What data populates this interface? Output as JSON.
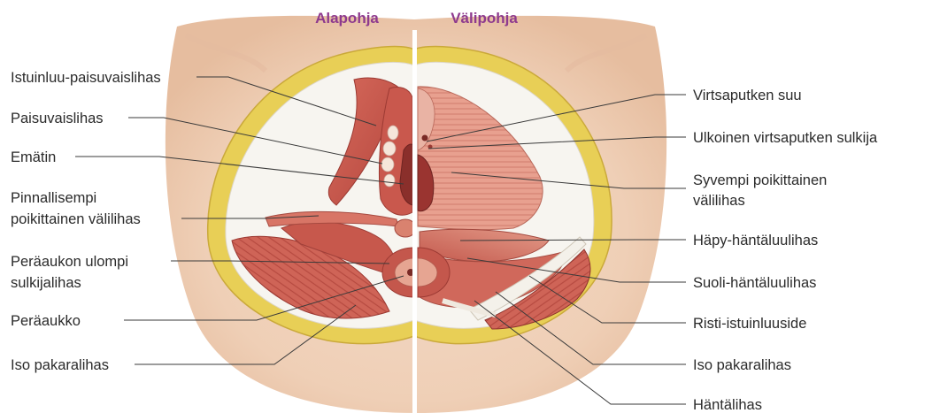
{
  "headings": {
    "left": "Alapohja",
    "right": "Välipohja",
    "color": "#8e3a8e"
  },
  "labels_left": [
    {
      "id": "istuinluu",
      "lines": [
        "Istuinluu-paisuvaislihas"
      ]
    },
    {
      "id": "paisuvais",
      "lines": [
        "Paisuvaislihas"
      ]
    },
    {
      "id": "ematin",
      "lines": [
        "Emätin"
      ]
    },
    {
      "id": "pinnallisempi",
      "lines": [
        "Pinnallisempi",
        "poikittainen välilihas"
      ]
    },
    {
      "id": "peraaukon-sulkija",
      "lines": [
        "Peräaukon ulompi",
        "sulkijalihas"
      ]
    },
    {
      "id": "peraaukko",
      "lines": [
        "Peräaukko"
      ]
    },
    {
      "id": "iso-pakara-left",
      "lines": [
        "Iso pakaralihas"
      ]
    }
  ],
  "labels_right": [
    {
      "id": "virtsaputken-suu",
      "lines": [
        "Virtsaputken suu"
      ]
    },
    {
      "id": "ulkoinen-sulkija",
      "lines": [
        "Ulkoinen virtsaputken sulkija"
      ]
    },
    {
      "id": "syvempi",
      "lines": [
        "Syvempi poikittainen",
        "välilihas"
      ]
    },
    {
      "id": "hapy",
      "lines": [
        "Häpy-häntäluulihas"
      ]
    },
    {
      "id": "suoli",
      "lines": [
        "Suoli-häntäluulihas"
      ]
    },
    {
      "id": "risti",
      "lines": [
        "Risti-istuinluuside"
      ]
    },
    {
      "id": "iso-pakara-right",
      "lines": [
        "Iso pakaralihas"
      ]
    },
    {
      "id": "hantalihas",
      "lines": [
        "Häntälihas"
      ]
    }
  ],
  "colors": {
    "skin": "#f0d2bb",
    "skin_shadow": "#e2b89c",
    "fat": "#e9d35a",
    "fascia": "#f6f4ef",
    "muscle": "#c85a50",
    "muscle_dark": "#a83c36",
    "muscle_light": "#e7a295",
    "divider": "#ffffff"
  }
}
